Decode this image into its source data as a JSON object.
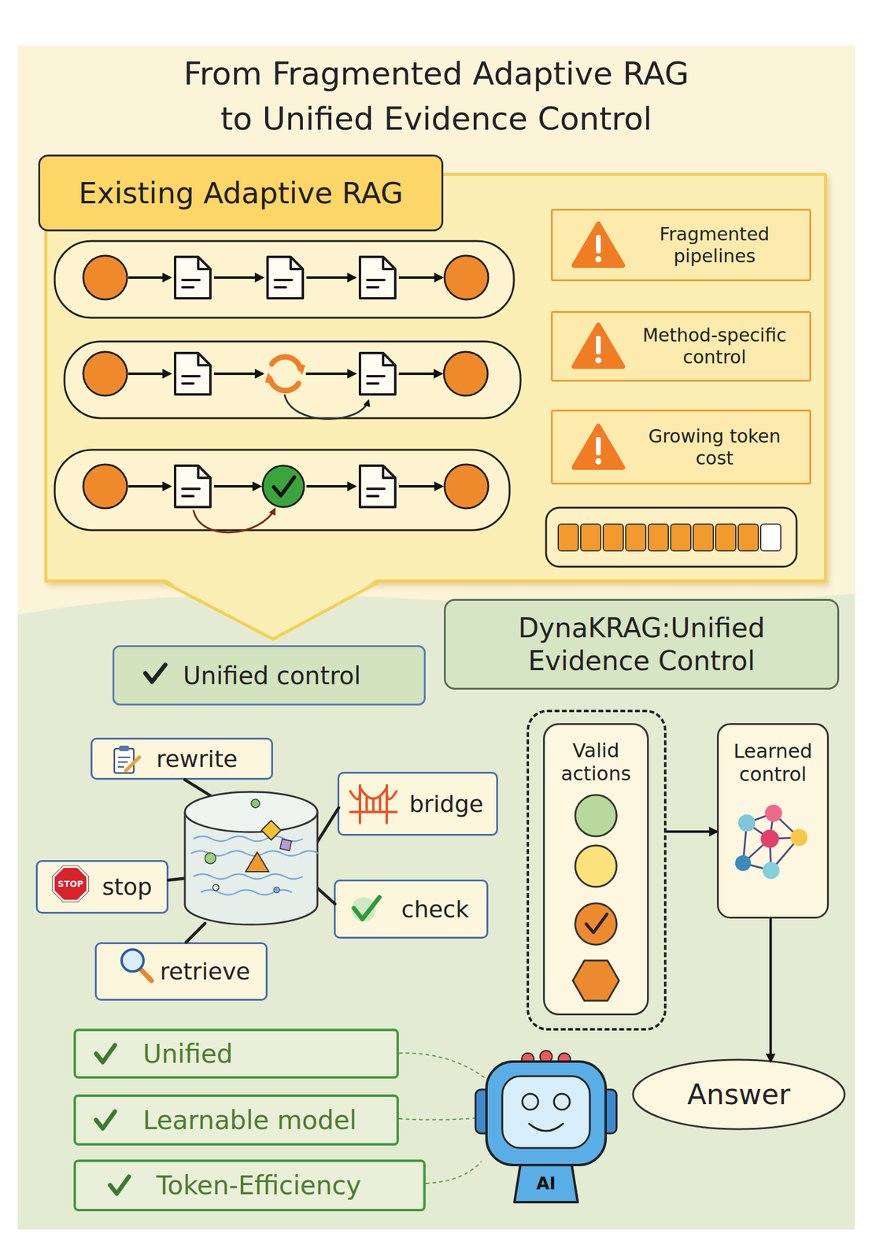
{
  "diagram": {
    "title": "From Fragmented Adaptive RAG to Unified Evidence Control",
    "nodes": [
      {
        "text": [
          "Existing Adaptive RAG"
        ]
      },
      {
        "text": [
          "Fragmented pipelines"
        ],
        "in": 0
      },
      {
        "text": [
          "Method-specific control"
        ],
        "in": 0
      },
      {
        "text": [
          "Growing token cost"
        ],
        "in": 0
      },
      {
        "text": [
          "Unified control"
        ]
      },
      {
        "text": [
          "DynaKRAG:Unified Evidence Control"
        ]
      },
      {
        "text": [
          "rewrite"
        ]
      },
      {
        "text": [
          "bridge"
        ]
      },
      {
        "text": [
          "stop"
        ]
      },
      {
        "text": [
          "check"
        ]
      },
      {
        "text": [
          "retrieve"
        ]
      },
      {
        "text": [
          "Valid actions"
        ]
      },
      {
        "text": [
          "Learned control"
        ]
      },
      {
        "text": [
          "Answer"
        ]
      },
      {
        "text": [
          "Unified"
        ]
      },
      {
        "text": [
          "Learnable model"
        ]
      },
      {
        "text": [
          "Token-Efficiency"
        ]
      }
    ],
    "edges": [
      {
        "from": 11,
        "to": 12,
        "arrow": "to"
      },
      {
        "from": 12,
        "to": 13,
        "arrow": "to"
      }
    ],
    "labels": [
      "STOP",
      "AI"
    ]
  }
}
